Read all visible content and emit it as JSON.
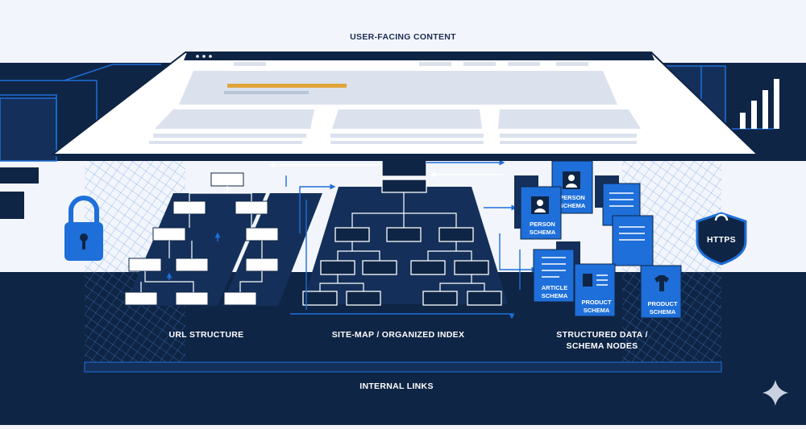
{
  "labels": {
    "top": "USER-FACING CONTENT",
    "url_structure": "URL STRUCTURE",
    "sitemap": "SITE-MAP / ORGANIZED INDEX",
    "structured_line1": "STRUCTURED DATA /",
    "structured_line2": "SCHEMA NODES",
    "internal_links": "INTERNAL LINKS",
    "https": "HTTPS"
  },
  "schema_cards": [
    {
      "line1": "PERSON",
      "line2": "SCHEMA"
    },
    {
      "line1": "PERSON",
      "line2": "SCHEMA"
    },
    {
      "line1": "ARTICLE",
      "line2": "SCHEMA"
    },
    {
      "line1": "PRODUCT",
      "line2": "SCHEMA"
    },
    {
      "line1": "PRODUCT",
      "line2": "SCHEMA"
    }
  ],
  "colors": {
    "navy": "#0f2545",
    "blue": "#1e6fd9",
    "light": "#f2f5fb",
    "accent": "#e0a53a"
  },
  "icons": [
    "lock-icon",
    "shield-icon",
    "person-icon",
    "article-icon",
    "product-icon",
    "shirt-icon",
    "bar-chart-icon",
    "sparkle-icon"
  ]
}
